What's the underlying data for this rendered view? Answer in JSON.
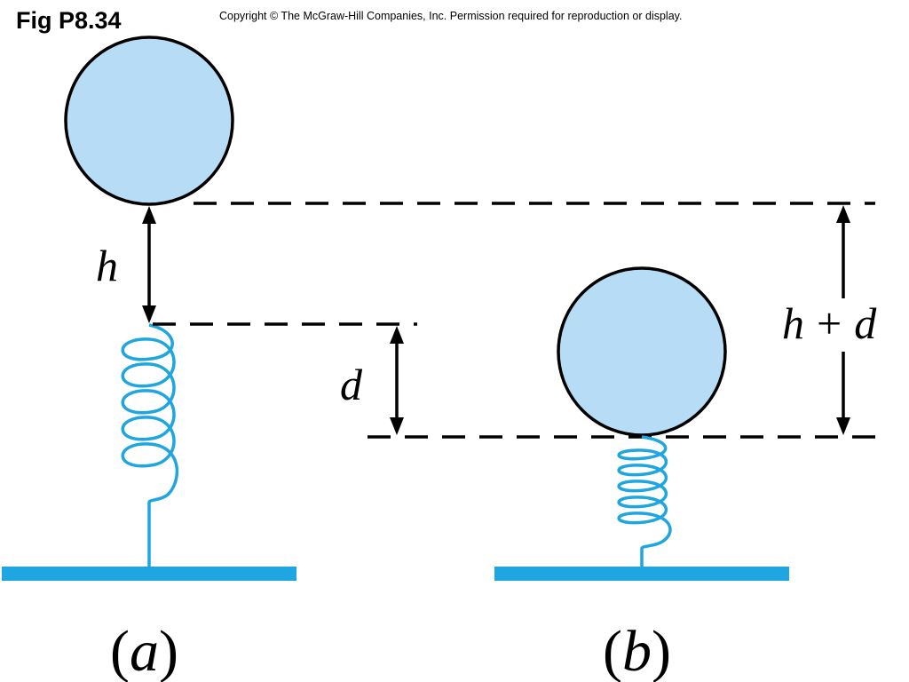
{
  "header": {
    "fig_label": "Fig P8.34",
    "copyright": "Copyright © The McGraw-Hill Companies, Inc. Permission required for reproduction or display."
  },
  "labels": {
    "h": "h",
    "d": "d",
    "h_plus_d": {
      "h": "h",
      "plus": "+",
      "d": "d"
    },
    "panel_a": {
      "open": "(",
      "letter": "a",
      "close": ")"
    },
    "panel_b": {
      "open": "(",
      "letter": "b",
      "close": ")"
    }
  },
  "colors": {
    "ball_fill": "#b7dcf5",
    "spring": "#1fa5e0",
    "ground": "#1fa5e0",
    "lines": "#000000"
  },
  "icons": [
    "arrow-up-icon",
    "arrow-down-icon"
  ]
}
